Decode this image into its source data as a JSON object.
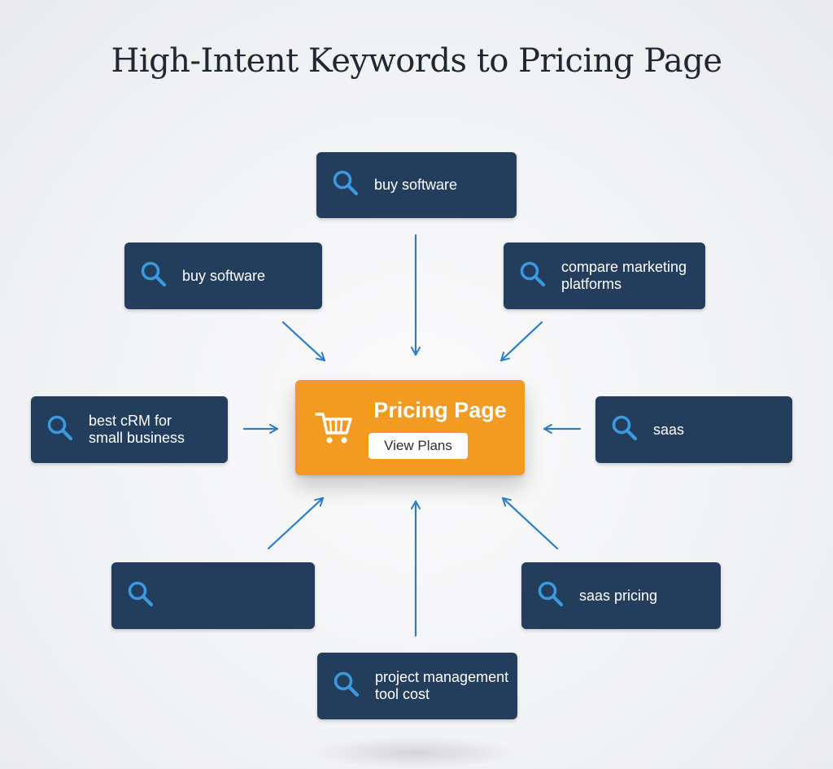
{
  "title": "High-Intent Keywords to Pricing Page",
  "hub": {
    "title": "Pricing Page",
    "button_label": "View Plans",
    "icon": "shopping-cart-icon",
    "color": "#f39a22"
  },
  "keywords": [
    {
      "label": "buy software",
      "icon": "search-icon"
    },
    {
      "label": "buy software",
      "icon": "search-icon"
    },
    {
      "label": "compare marketing\nplatforms",
      "icon": "search-icon"
    },
    {
      "label": "best cRM for\nsmall business",
      "icon": "search-icon"
    },
    {
      "label": "saas",
      "icon": "search-icon"
    },
    {
      "label": "",
      "icon": "search-icon"
    },
    {
      "label": "saas pricing",
      "icon": "search-icon"
    },
    {
      "label": "project management\ntool cost",
      "icon": "search-icon"
    }
  ],
  "colors": {
    "keyword_box": "#233d5c",
    "arrow": "#2a7fcc",
    "search_icon": "#3a9ae0"
  }
}
